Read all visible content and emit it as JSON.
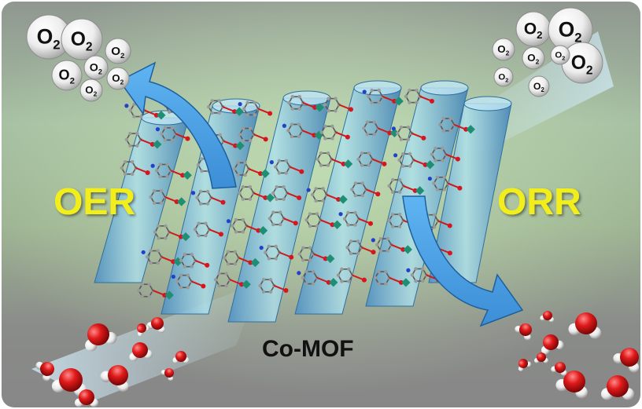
{
  "labels": {
    "left_process": "OER",
    "right_process": "ORR",
    "center_material": "Co-MOF"
  },
  "bubbles": {
    "species": "O",
    "subscript": "2"
  },
  "colors": {
    "process_label": "#f2ee1a",
    "arrow": "#4aa3ea",
    "oxygen_atom": "#d8141c",
    "hydrogen_atom": "#f2f2f2",
    "cobalt_node": "#1f8f73",
    "linker_carbon": "#9a9a9a",
    "nitrogen_atom": "#2440c8",
    "background_top": "#9aa59a",
    "background_middle": "#b5d6a6",
    "background_bottom": "#8c8c8c"
  }
}
